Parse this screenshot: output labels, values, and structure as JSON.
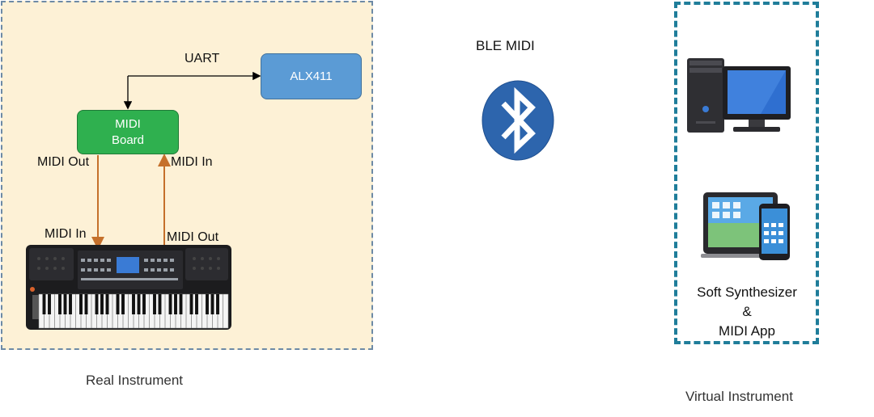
{
  "real_instrument": {
    "caption": "Real Instrument",
    "alx_label": "ALX411",
    "uart_label": "UART",
    "midi_board": {
      "line1": "MIDI",
      "line2": "Board"
    },
    "board_out_label": "MIDI Out",
    "board_in_label": "MIDI In",
    "keyboard_in_label": "MIDI In",
    "keyboard_out_label": "MIDI Out"
  },
  "ble": {
    "label": "BLE MIDI",
    "icon": "bluetooth-icon"
  },
  "virtual_instrument": {
    "caption": "Virtual Instrument",
    "line1": "Soft Synthesizer",
    "line2": "&",
    "line3": "MIDI App",
    "icons": [
      "desktop-computer-icon",
      "tablet-phone-icon"
    ]
  },
  "colors": {
    "real_bg": "#fdf1d6",
    "alx_fill": "#5b9bd5",
    "midi_fill": "#2fb04f",
    "midi_arrow": "#c5702b",
    "bluetooth": "#2d65ad",
    "virtual_border": "#1f7d9a"
  }
}
